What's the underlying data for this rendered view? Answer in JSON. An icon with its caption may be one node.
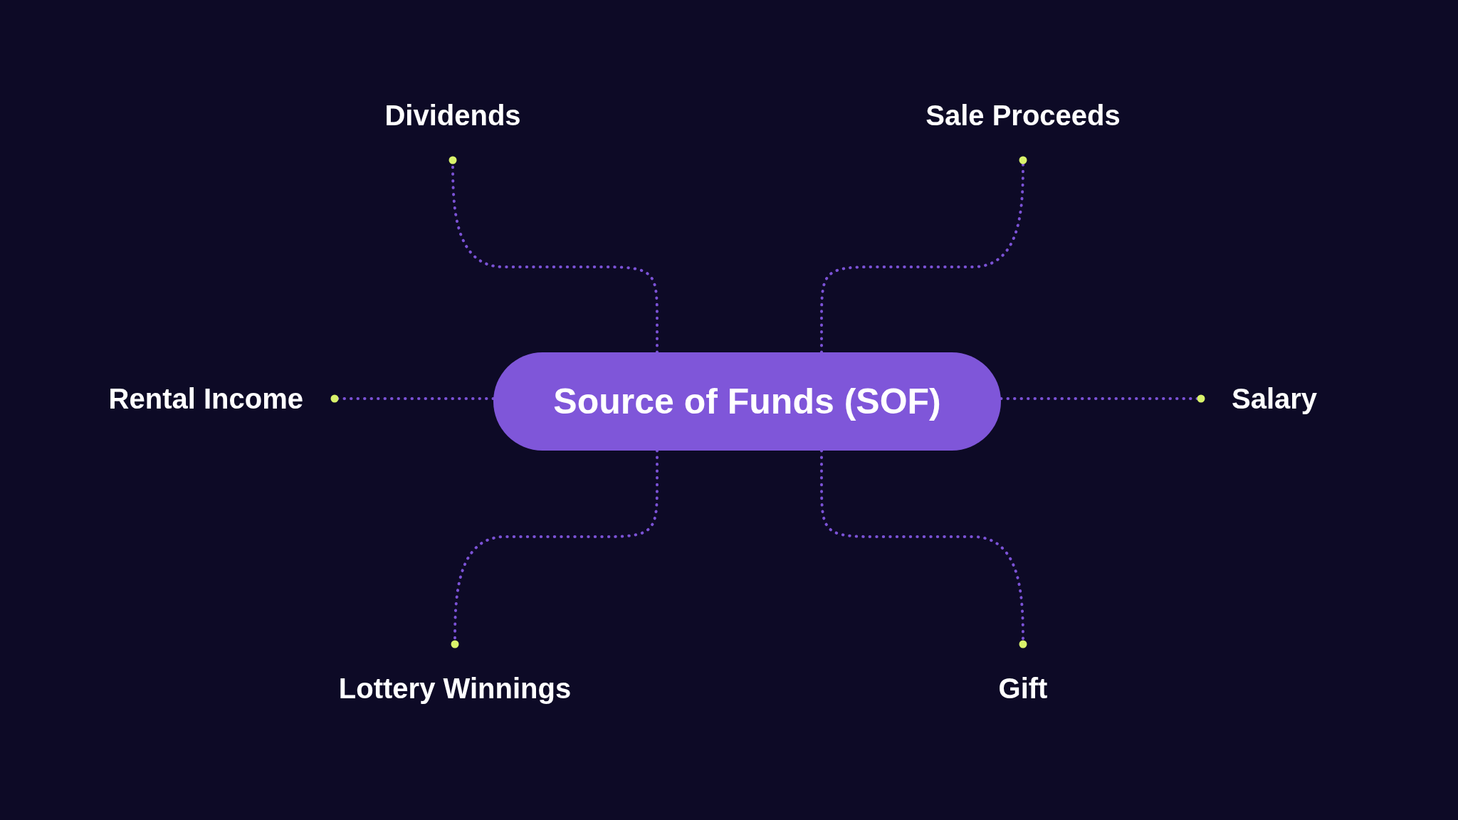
{
  "diagram": {
    "nodes": [
      {
        "text": [
          "Source of Funds (SOF)"
        ]
      },
      {
        "text": [
          "Dividends"
        ]
      },
      {
        "text": [
          "Sale Proceeds"
        ]
      },
      {
        "text": [
          "Rental Income"
        ]
      },
      {
        "text": [
          "Salary"
        ]
      },
      {
        "text": [
          "Lottery Winnings"
        ]
      },
      {
        "text": [
          "Gift"
        ]
      }
    ],
    "edges": [
      {
        "from": 0,
        "to": 1,
        "arrow": "other"
      },
      {
        "from": 0,
        "to": 2,
        "arrow": "other"
      },
      {
        "from": 0,
        "to": 3,
        "arrow": "other"
      },
      {
        "from": 0,
        "to": 4,
        "arrow": "other"
      },
      {
        "from": 0,
        "to": 5,
        "arrow": "other"
      },
      {
        "from": 0,
        "to": 6,
        "arrow": "other"
      }
    ]
  }
}
